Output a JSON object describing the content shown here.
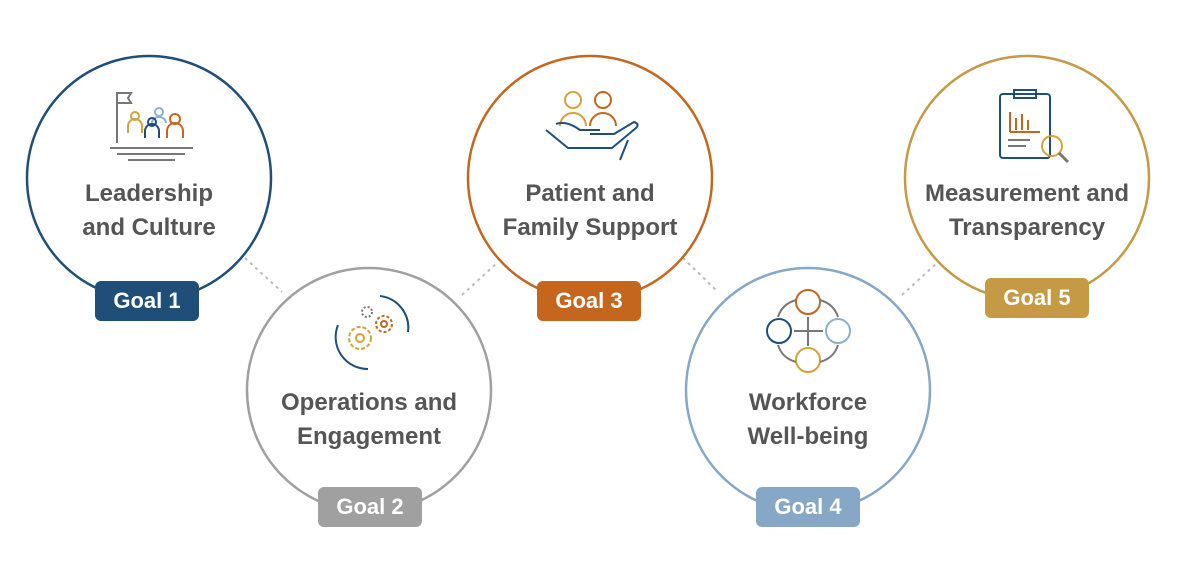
{
  "goals": [
    {
      "badge": "Goal 1",
      "title_line1": "Leadership",
      "title_line2": "and Culture",
      "color": "#1f4e79",
      "icon": "leadership-flag-team-icon"
    },
    {
      "badge": "Goal 2",
      "title_line1": "Operations and",
      "title_line2": "Engagement",
      "color": "#a0a0a0",
      "icon": "gears-cycle-icon"
    },
    {
      "badge": "Goal 3",
      "title_line1": "Patient and",
      "title_line2": "Family Support",
      "color": "#c5661f",
      "icon": "hand-holding-people-icon"
    },
    {
      "badge": "Goal 4",
      "title_line1": "Workforce",
      "title_line2": "Well-being",
      "color": "#86a8c6",
      "icon": "people-network-icon"
    },
    {
      "badge": "Goal 5",
      "title_line1": "Measurement and",
      "title_line2": "Transparency",
      "color": "#c49a45",
      "icon": "clipboard-chart-magnifier-icon"
    }
  ]
}
